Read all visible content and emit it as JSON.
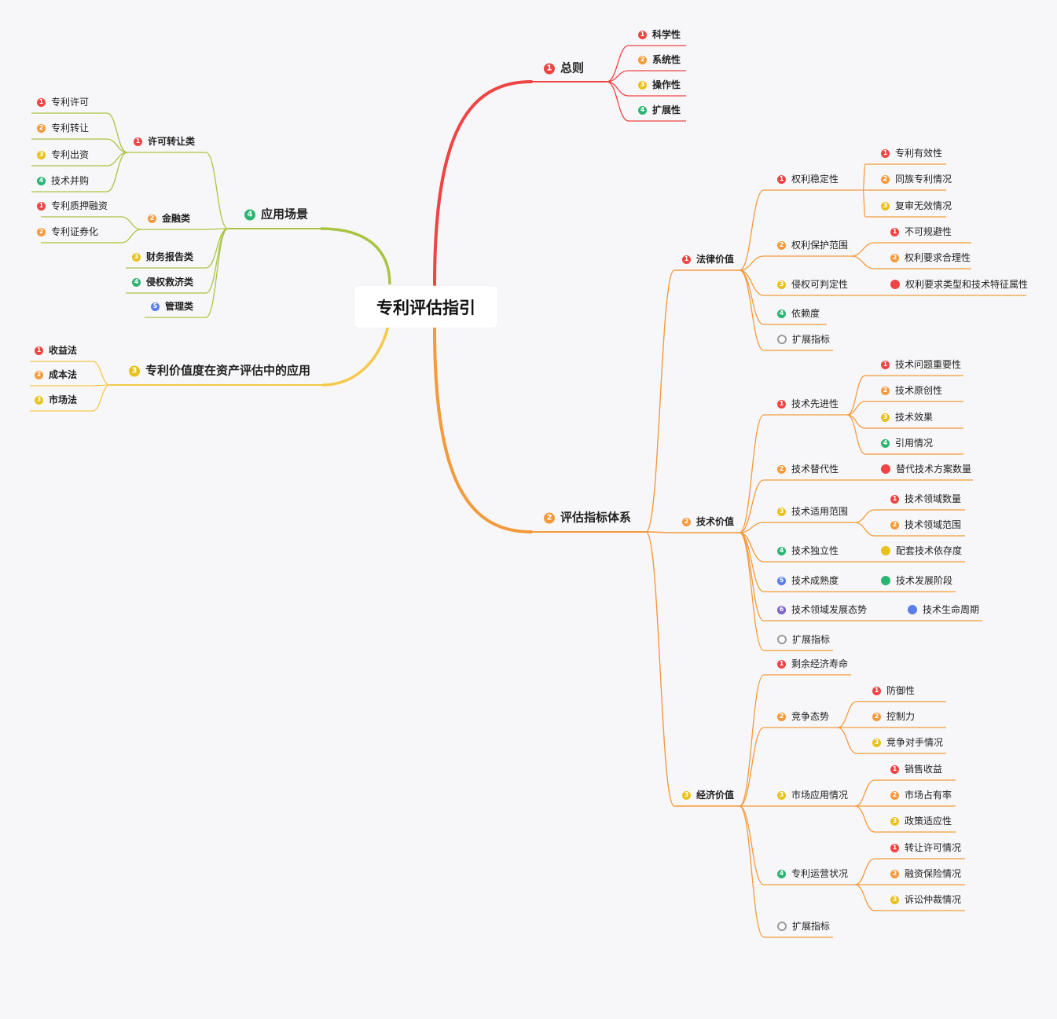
{
  "colors": {
    "red": "#ef4444",
    "orange": "#f59a3c",
    "yellow": "#e8c21a",
    "green": "#2bb573",
    "blue": "#5b7fe8",
    "purple": "#7b61c9",
    "gray": "#9a9a9a",
    "branch_zongze": "#ef4444",
    "branch_pinggu": "#f39a3c",
    "branch_yingyong": "#a9c443",
    "branch_jiazhi": "#f5c84a"
  },
  "root": {
    "label": "专利评估指引"
  },
  "branches": {
    "zongze": {
      "label": "总则",
      "badge": "1",
      "children": [
        {
          "label": "科学性",
          "badge": "1"
        },
        {
          "label": "系统性",
          "badge": "2"
        },
        {
          "label": "操作性",
          "badge": "3"
        },
        {
          "label": "扩展性",
          "badge": "4"
        }
      ]
    },
    "pinggu": {
      "label": "评估指标体系",
      "badge": "2",
      "falv": {
        "label": "法律价值",
        "badge": "1",
        "wending": {
          "label": "权利稳定性",
          "badge": "1",
          "children": [
            "专利有效性",
            "同族专利情况",
            "复审无效情况"
          ]
        },
        "baohu": {
          "label": "权利保护范围",
          "badge": "2",
          "children": [
            "不可规避性",
            "权利要求合理性"
          ]
        },
        "qinquan": {
          "label": "侵权可判定性",
          "badge": "3",
          "child": "权利要求类型和技术特征属性"
        },
        "yilai": {
          "label": "依赖度",
          "badge": "4"
        },
        "kuozhan": {
          "label": "扩展指标"
        }
      },
      "jishu": {
        "label": "技术价值",
        "badge": "2",
        "xianjin": {
          "label": "技术先进性",
          "badge": "1",
          "children": [
            "技术问题重要性",
            "技术原创性",
            "技术效果",
            "引用情况"
          ]
        },
        "tidai": {
          "label": "技术替代性",
          "badge": "2",
          "child": "替代技术方案数量"
        },
        "shiyong": {
          "label": "技术适用范围",
          "badge": "3",
          "children": [
            "技术领域数量",
            "技术领域范围"
          ]
        },
        "duli": {
          "label": "技术独立性",
          "badge": "4",
          "child": "配套技术依存度"
        },
        "chengshu": {
          "label": "技术成熟度",
          "badge": "5",
          "child": "技术发展阶段"
        },
        "taishi": {
          "label": "技术领域发展态势",
          "badge": "6",
          "child": "技术生命周期"
        },
        "kuozhan": {
          "label": "扩展指标"
        }
      },
      "jingji": {
        "label": "经济价值",
        "badge": "3",
        "shouming": {
          "label": "剩余经济寿命",
          "badge": "1"
        },
        "jingzheng": {
          "label": "竞争态势",
          "badge": "2",
          "children": [
            "防御性",
            "控制力",
            "竞争对手情况"
          ]
        },
        "shichang": {
          "label": "市场应用情况",
          "badge": "3",
          "children": [
            "销售收益",
            "市场占有率",
            "政策适应性"
          ]
        },
        "yunying": {
          "label": "专利运营状况",
          "badge": "4",
          "children": [
            "转让许可情况",
            "融资保险情况",
            "诉讼仲裁情况"
          ]
        },
        "kuozhan": {
          "label": "扩展指标"
        }
      }
    },
    "jiazhi": {
      "label": "专利价值度在资产评估中的应用",
      "badge": "3",
      "children": [
        {
          "label": "收益法",
          "badge": "1"
        },
        {
          "label": "成本法",
          "badge": "2"
        },
        {
          "label": "市场法",
          "badge": "3"
        }
      ]
    },
    "yingyong": {
      "label": "应用场景",
      "badge": "4",
      "xuke": {
        "label": "许可转让类",
        "badge": "1",
        "children": [
          "专利许可",
          "专利转让",
          "专利出资",
          "技术并购"
        ]
      },
      "jinrong": {
        "label": "金融类",
        "badge": "2",
        "children": [
          "专利质押融资",
          "专利证券化"
        ]
      },
      "caiwu": {
        "label": "财务报告类",
        "badge": "3"
      },
      "qinquan": {
        "label": "侵权救济类",
        "badge": "4"
      },
      "guanli": {
        "label": "管理类",
        "badge": "5"
      }
    }
  }
}
